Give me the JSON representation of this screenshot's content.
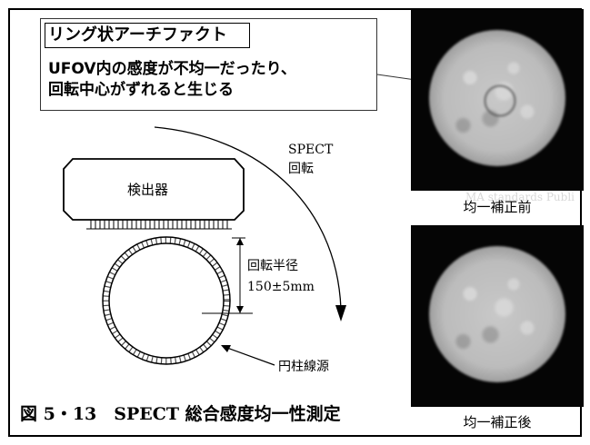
{
  "callout": {
    "title": "リング状アーチファクト",
    "body_line1": "UFOV内の感度が不均一だったり、",
    "body_line2": "回転中心がずれると生じる"
  },
  "diagram": {
    "detector_label": "検出器",
    "rotation_label_line1": "SPECT",
    "rotation_label_line2": "回転",
    "radius_label_line1": "回転半径",
    "radius_label_line2": "150±5mm",
    "source_label": "円柱線源"
  },
  "images": {
    "before_caption": "均一補正前",
    "after_caption": "均一補正後",
    "background_text": "MA standards Publi"
  },
  "figure_caption": "図 5・13　SPECT 総合感度均一性測定"
}
